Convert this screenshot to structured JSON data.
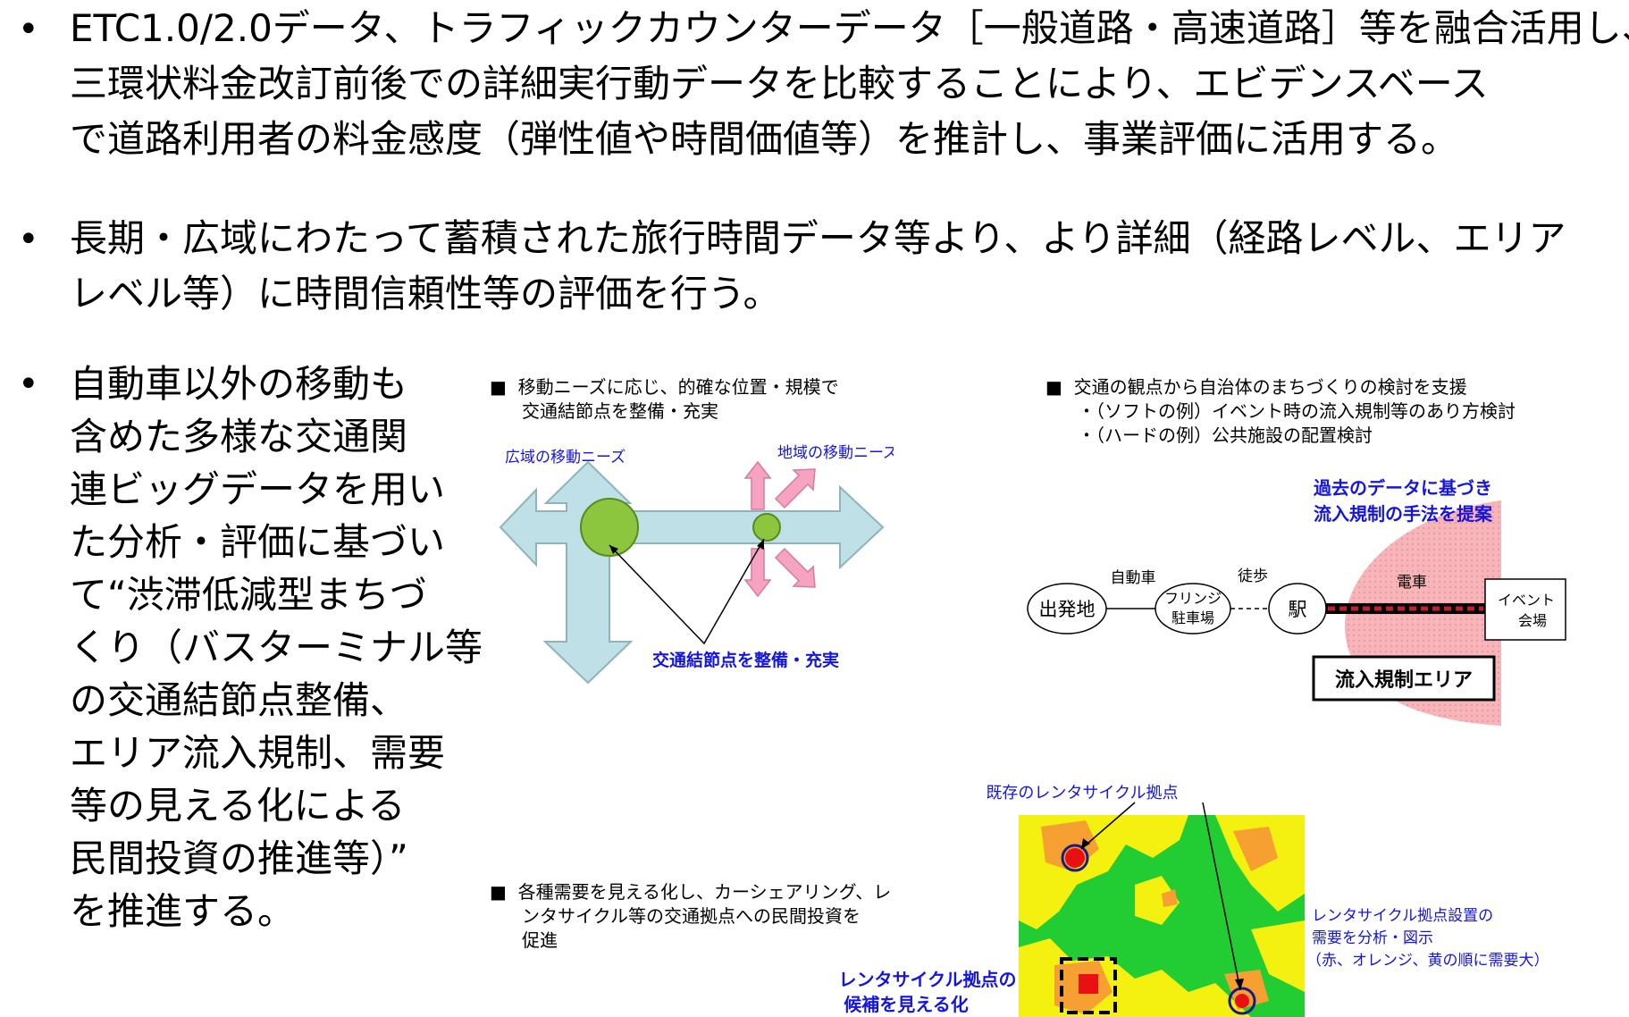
{
  "bullets": [
    {
      "symbol": "•",
      "lines": [
        "ETC1.0/2.0データ、トラフィックカウンターデータ［一般道路・高速道路］等を融合活用し、",
        "三環状料金改訂前後での詳細実行動データを比較することにより、エビデンスベース",
        "で道路利用者の料金感度（弾性値や時間価値等）を推計し、事業評価に活用する。"
      ]
    },
    {
      "symbol": "•",
      "lines": [
        "長期・広域にわたって蓄積された旅行時間データ等より、より詳細（経路レベル、エリア",
        "レベル等）に時間信頼性等の評価を行う。"
      ]
    },
    {
      "symbol": "•",
      "lines": [
        "自動車以外の移動も",
        "含めた多様な交通関",
        "連ビッグデータを用い",
        "た分析・評価に基づい",
        "て“渋滞低減型まちづ",
        "くり（バスターミナル等",
        "の交通結節点整備、",
        "エリア流入規制、需要",
        "等の見える化による",
        "民間投資の推進等）”",
        "を推進する。"
      ]
    }
  ],
  "panel_node": {
    "marker": "■",
    "heading_lines": [
      "移動ニーズに応じ、的確な位置・規模で",
      "交通結節点を整備・充実"
    ],
    "label_wide": "広域の移動ニーズ",
    "label_local": "地域の移動ニーズ",
    "label_node": "交通結節点を整備・充実",
    "colors": {
      "arrow_fill": "#bfe0e6",
      "arrow_stroke": "#8fb3bb",
      "node": "#8cc63f",
      "local_arrow": "#f5a3c0",
      "label": "#1515e0"
    }
  },
  "panel_inflow": {
    "marker": "■",
    "heading": "交通の観点から自治体のまちづくりの検討を支援",
    "sub_lines": [
      "・（ソフトの例）イベント時の流入規制等のあり方検討",
      "・（ハードの例）公共施設の配置検討"
    ],
    "proposal_lines": [
      "過去のデータに基づき",
      "流入規制の手法を提案"
    ],
    "origin": "出発地",
    "car": "自動車",
    "fringe_lines": [
      "フリンジ",
      "駐車場"
    ],
    "walk": "徒歩",
    "station": "駅",
    "train": "電車",
    "venue_lines": [
      "イベント",
      "会場"
    ],
    "area_label": "流入規制エリア",
    "colors": {
      "zone": "#f7a8ad"
    }
  },
  "panel_demand": {
    "marker": "■",
    "heading_lines": [
      "各種需要を見える化し、カーシェアリング、レ",
      "ンタサイクル等の交通拠点への民間投資を",
      "促進"
    ],
    "existing_label": "既存のレンタサイクル拠点",
    "candidate_lines": [
      "レンタサイクル拠点の",
      "候補を見える化"
    ],
    "analysis_lines": [
      "レンタサイクル拠点設置の",
      "需要を分析・図示",
      "（赤、オレンジ、黄の順に需要大）"
    ],
    "colors": {
      "map_green": "#22cc33",
      "map_yellow": "#f4f010",
      "map_orange": "#f5a030",
      "map_red": "#e81010"
    }
  }
}
